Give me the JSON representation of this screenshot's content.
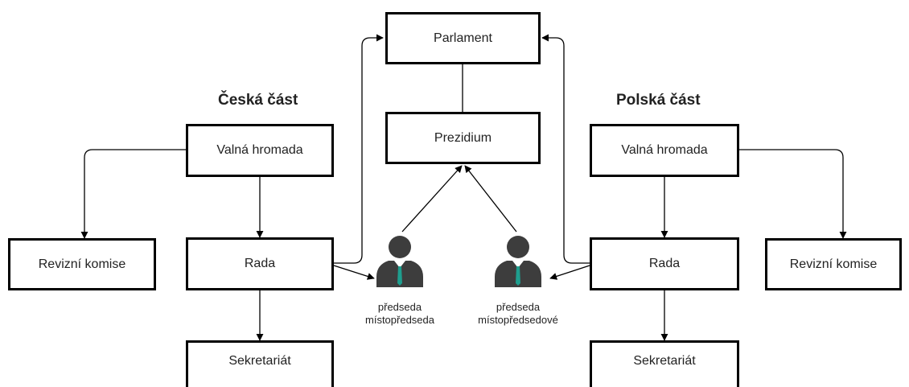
{
  "center": {
    "parlament": "Parlament",
    "prezidium": "Prezidium"
  },
  "czech": {
    "heading": "Česká část",
    "valna_hromada": "Valná hromada",
    "rada": "Rada",
    "revizni_komise": "Revizní komise",
    "sekretariat": "Sekretariát"
  },
  "polish": {
    "heading": "Polská část",
    "valna_hromada": "Valná hromada",
    "rada": "Rada",
    "revizni_komise": "Revizní komise",
    "sekretariat": "Sekretariát"
  },
  "persons": {
    "czech": {
      "line1": "předseda",
      "line2": "místopředseda"
    },
    "polish": {
      "line1": "předseda",
      "line2": "místopředsedové"
    }
  },
  "icons": [
    "person-icon",
    "person-icon"
  ]
}
